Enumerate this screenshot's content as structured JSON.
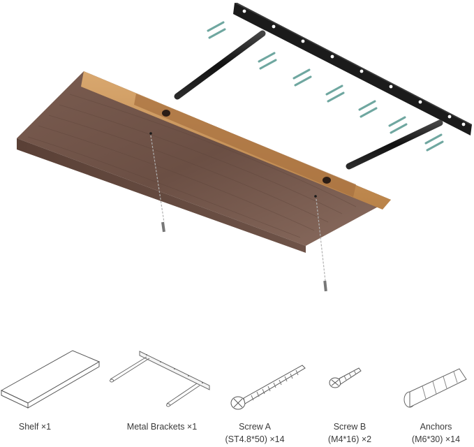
{
  "parts": [
    {
      "line1": "Shelf ×1",
      "line2": ""
    },
    {
      "line1": "Metal Brackets ×1",
      "line2": ""
    },
    {
      "line1": "Screw A",
      "line2": "(ST4.8*50) ×14"
    },
    {
      "line1": "Screw B",
      "line2": "(M4*16) ×2"
    },
    {
      "line1": "Anchors",
      "line2": "(M6*30) ×14"
    }
  ],
  "colors": {
    "wood_top": "#6b4f44",
    "wood_front": "#4e3830",
    "mdf_edge": "#c9955c",
    "steel": "#1f1f1f",
    "screw_green": "#6fa7a0"
  }
}
